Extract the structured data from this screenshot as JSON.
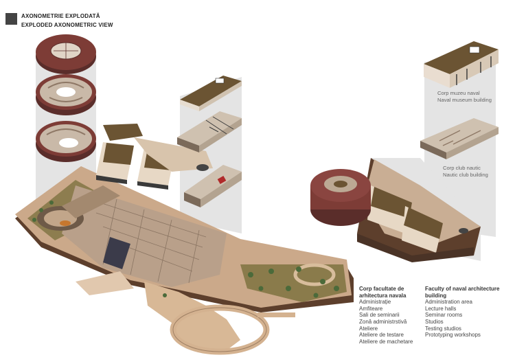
{
  "header": {
    "title_ro": "AXONOMETRIE EXPLODATĂ",
    "title_en": "EXPLODED AXONOMETRIC VIEW"
  },
  "captions": {
    "museum": {
      "ro": "Corp muzeu naval",
      "en": "Naval museum building"
    },
    "club": {
      "ro": "Corp club nautic",
      "en": "Nautic club building"
    }
  },
  "faculty_ro": {
    "title_line1": "Corp facultate de",
    "title_line2": "arhitectura navala",
    "items": [
      "Administrație",
      "Amfiteare",
      "Sali de seminarii",
      "Zonă administrstivă",
      "Ateliere",
      "Ateliere de testare",
      "Ateliere de machetare"
    ]
  },
  "faculty_en": {
    "title_line1": "Faculty of naval architecture",
    "title_line2": "building",
    "items": [
      "Administration area",
      "Lecture halls",
      "Seminar rooms",
      "Studios",
      "Testing studios",
      "Prototyping workshops"
    ]
  },
  "colors": {
    "roof_olive": "#6b5433",
    "terracotta": "#7d3c36",
    "plaza": "#d6b79a",
    "grass": "#8a7a4c",
    "shaft": "#e6e6e6",
    "base_wall": "#5a3c2a"
  }
}
